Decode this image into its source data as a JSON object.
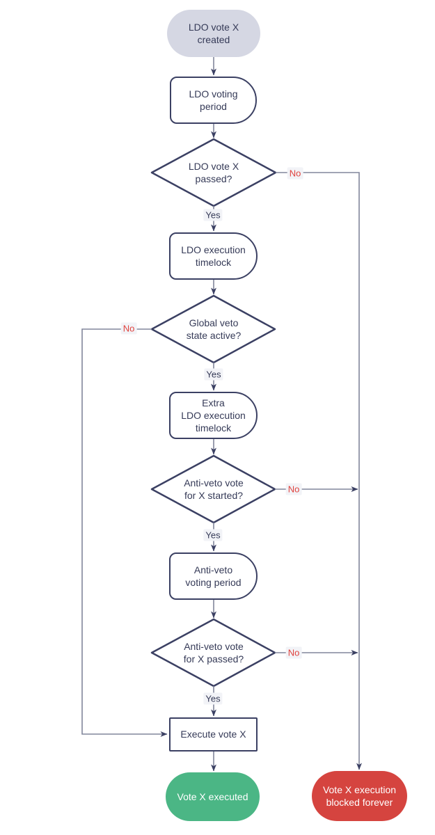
{
  "diagram": {
    "type": "flowchart",
    "background": "#ffffff",
    "colors": {
      "node_border": "#3b4063",
      "node_text": "#353a57",
      "connector_line": "#81859b",
      "arrowhead": "#3b4063",
      "label_background": "#f2f3f7",
      "yes_label_text": "#353a57",
      "no_label_text": "#e0433e",
      "start_node_background": "#d5d7e3",
      "success_node_background": "#4bb685",
      "failure_node_background": "#d5443f",
      "terminal_text": "#ffffff"
    },
    "nodes": {
      "start": {
        "label": "LDO vote X\ncreated",
        "type": "terminator"
      },
      "voting_period": {
        "label": "LDO voting\nperiod",
        "type": "delay"
      },
      "vote_passed": {
        "label": "LDO vote X\npassed?",
        "type": "decision"
      },
      "timelock": {
        "label": "LDO execution\ntimelock",
        "type": "delay"
      },
      "veto_active": {
        "label": "Global veto\nstate active?",
        "type": "decision"
      },
      "extra_timelock": {
        "label": "Extra\nLDO execution\ntimelock",
        "type": "delay"
      },
      "antiveto_started": {
        "label": "Anti-veto vote\nfor X started?",
        "type": "decision"
      },
      "antiveto_period": {
        "label": "Anti-veto\nvoting period",
        "type": "delay"
      },
      "antiveto_passed": {
        "label": "Anti-veto vote\nfor X passed?",
        "type": "decision"
      },
      "execute": {
        "label": "Execute vote X",
        "type": "process"
      },
      "executed": {
        "label": "Vote X executed",
        "type": "terminator-success"
      },
      "blocked": {
        "label": "Vote X execution\nblocked forever",
        "type": "terminator-failure"
      }
    },
    "edge_labels": {
      "yes": "Yes",
      "no": "No"
    },
    "edges": [
      {
        "from": "start",
        "to": "voting_period",
        "label": ""
      },
      {
        "from": "voting_period",
        "to": "vote_passed",
        "label": ""
      },
      {
        "from": "vote_passed",
        "to": "blocked",
        "label": "No"
      },
      {
        "from": "vote_passed",
        "to": "timelock",
        "label": "Yes"
      },
      {
        "from": "timelock",
        "to": "veto_active",
        "label": ""
      },
      {
        "from": "veto_active",
        "to": "execute",
        "label": "No"
      },
      {
        "from": "veto_active",
        "to": "extra_timelock",
        "label": "Yes"
      },
      {
        "from": "extra_timelock",
        "to": "antiveto_started",
        "label": ""
      },
      {
        "from": "antiveto_started",
        "to": "blocked",
        "label": "No"
      },
      {
        "from": "antiveto_started",
        "to": "antiveto_period",
        "label": "Yes"
      },
      {
        "from": "antiveto_period",
        "to": "antiveto_passed",
        "label": ""
      },
      {
        "from": "antiveto_passed",
        "to": "blocked",
        "label": "No"
      },
      {
        "from": "antiveto_passed",
        "to": "execute",
        "label": "Yes"
      },
      {
        "from": "execute",
        "to": "executed",
        "label": ""
      }
    ]
  }
}
